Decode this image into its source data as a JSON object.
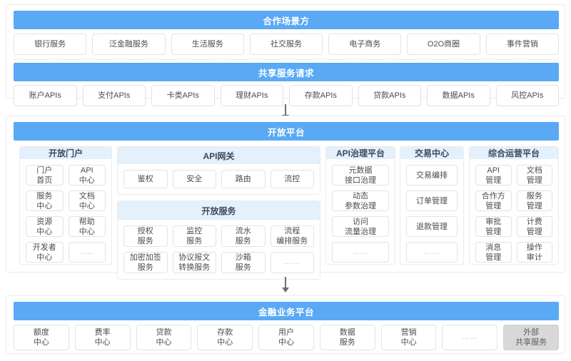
{
  "meta": {
    "colors": {
      "band_blue": "#5aa9f5",
      "group_header_blue": "#e4f0fc",
      "chip_border": "#e3e3e3",
      "gray_chip": "#d8d8d8",
      "arrow": "#6e6e6e"
    }
  },
  "sections": {
    "partners": {
      "title": "合作场景方",
      "items": [
        "银行服务",
        "泛金融服务",
        "生活服务",
        "社交服务",
        "电子商务",
        "O2O商圈",
        "事件营销"
      ]
    },
    "shared_requests": {
      "title": "共享服务请求",
      "items": [
        "账户APIs",
        "支付APIs",
        "卡类APIs",
        "理财APIs",
        "存款APIs",
        "贷款APIs",
        "数据APIs",
        "风控APIs"
      ]
    },
    "open_platform": {
      "title": "开放平台",
      "groups": {
        "portal": {
          "title": "开放门户",
          "rows": [
            [
              "门户\n首页",
              "API\n中心"
            ],
            [
              "服务\n中心",
              "文档\n中心"
            ],
            [
              "资源\n中心",
              "帮助\n中心"
            ],
            [
              "开发者\n中心",
              "……"
            ]
          ]
        },
        "gateway": {
          "title": "API网关",
          "rows": [
            [
              "鉴权",
              "安全",
              "路由",
              "流控"
            ]
          ]
        },
        "open_service": {
          "title": "开放服务",
          "rows": [
            [
              "授权\n服务",
              "监控\n服务",
              "流水\n服务",
              "流程\n编排服务"
            ],
            [
              "加密加签\n服务",
              "协议报文\n转换服务",
              "沙箱\n服务",
              "……"
            ]
          ]
        },
        "governance": {
          "title": "API治理平台",
          "rows": [
            [
              "元数据\n接口治理"
            ],
            [
              "动态\n参数治理"
            ],
            [
              "访问\n流量治理"
            ],
            [
              "……"
            ]
          ]
        },
        "transaction": {
          "title": "交易中心",
          "rows": [
            [
              "交易编排"
            ],
            [
              "订单管理"
            ],
            [
              "退款管理"
            ],
            [
              "……"
            ]
          ]
        },
        "operations": {
          "title": "综合运营平台",
          "rows": [
            [
              "API\n管理",
              "文档\n管理"
            ],
            [
              "合作方\n管理",
              "服务\n管理"
            ],
            [
              "审批\n管理",
              "计费\n管理"
            ],
            [
              "消息\n管理",
              "操作\n审计"
            ]
          ]
        }
      }
    },
    "financial_platform": {
      "title": "金融业务平台",
      "items": [
        {
          "label": "额度\n中心",
          "style": "plain"
        },
        {
          "label": "费率\n中心",
          "style": "plain"
        },
        {
          "label": "贷款\n中心",
          "style": "plain"
        },
        {
          "label": "存款\n中心",
          "style": "plain"
        },
        {
          "label": "用户\n中心",
          "style": "plain"
        },
        {
          "label": "数据\n服务",
          "style": "plain"
        },
        {
          "label": "营销\n中心",
          "style": "plain"
        },
        {
          "label": "……",
          "style": "dots"
        },
        {
          "label": "外部\n共享服务",
          "style": "gray"
        }
      ]
    }
  }
}
